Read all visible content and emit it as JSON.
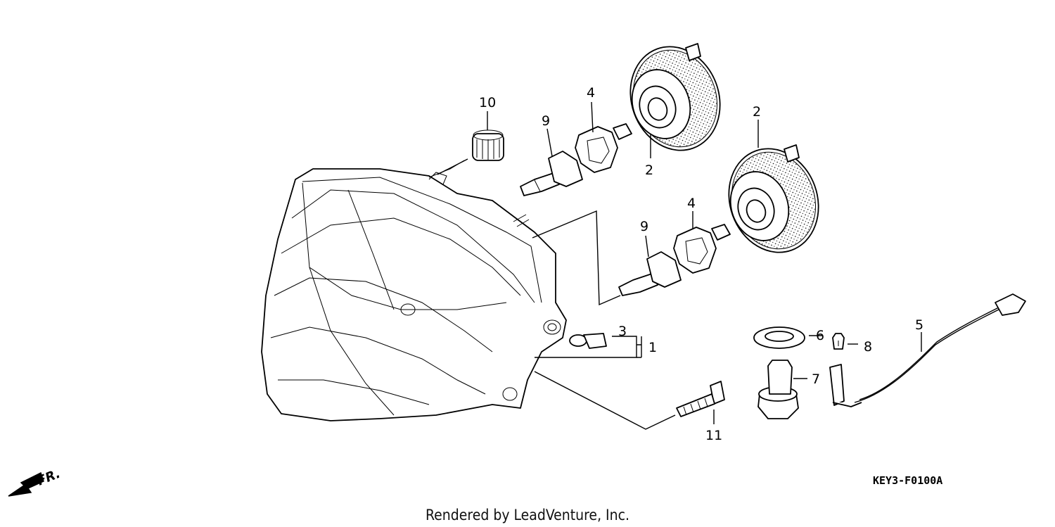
{
  "callouts": [
    {
      "id": "c10",
      "text": "10"
    },
    {
      "id": "c9a",
      "text": "9"
    },
    {
      "id": "c4a",
      "text": "4"
    },
    {
      "id": "c2a",
      "text": "2"
    },
    {
      "id": "c2b",
      "text": "2"
    },
    {
      "id": "c9b",
      "text": "9"
    },
    {
      "id": "c4b",
      "text": "4"
    },
    {
      "id": "c3",
      "text": "3"
    },
    {
      "id": "c1",
      "text": "1"
    },
    {
      "id": "c6",
      "text": "6"
    },
    {
      "id": "c8",
      "text": "8"
    },
    {
      "id": "c7",
      "text": "7"
    },
    {
      "id": "c5",
      "text": "5"
    },
    {
      "id": "c11",
      "text": "11"
    }
  ],
  "direction_label": "FR.",
  "diagram_code": "KEY3-F0100A",
  "footer_credit": "Rendered by LeadVenture, Inc."
}
